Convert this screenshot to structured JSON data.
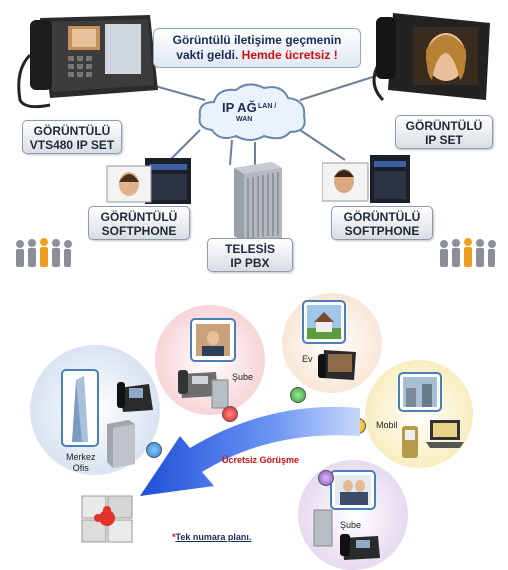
{
  "callout": {
    "line1": "Görüntülü iletişime geçmenin",
    "line2_prefix": "vakti geldi.",
    "line2_highlight": "Hemde ücretsiz !"
  },
  "cloud": {
    "title": "IP AĞ",
    "sub1": "LAN /",
    "sub2": "WAN"
  },
  "labels": {
    "vts480_line1": "GÖRÜNTÜLÜ",
    "vts480_line2": "VTS480 IP SET",
    "ipset_line1": "GÖRÜNTÜLÜ",
    "ipset_line2": "IP SET",
    "softphone_left_line1": "GÖRÜNTÜLÜ",
    "softphone_left_line2": "SOFTPHONE",
    "softphone_right_line1": "GÖRÜNTÜLÜ",
    "softphone_right_line2": "SOFTPHONE",
    "pbx_line1": "TELESİS",
    "pbx_line2": "IP PBX"
  },
  "network": {
    "sube_top": "Şube",
    "ev": "Ev",
    "mobil": "Mobil",
    "merkez_line1": "Merkez",
    "merkez_line2": "Ofis",
    "sube_bottom": "Şube",
    "arrow_text": "Ücretsiz Görüşme",
    "plan_star": "*",
    "plan_text": "Tek numara planı."
  },
  "colors": {
    "accent_red": "#d01010",
    "label_text": "#1f2a3a",
    "dot_blue": "#2a7fd0",
    "dot_red": "#e02020",
    "dot_green": "#30a030",
    "dot_yellow": "#e0b000"
  }
}
